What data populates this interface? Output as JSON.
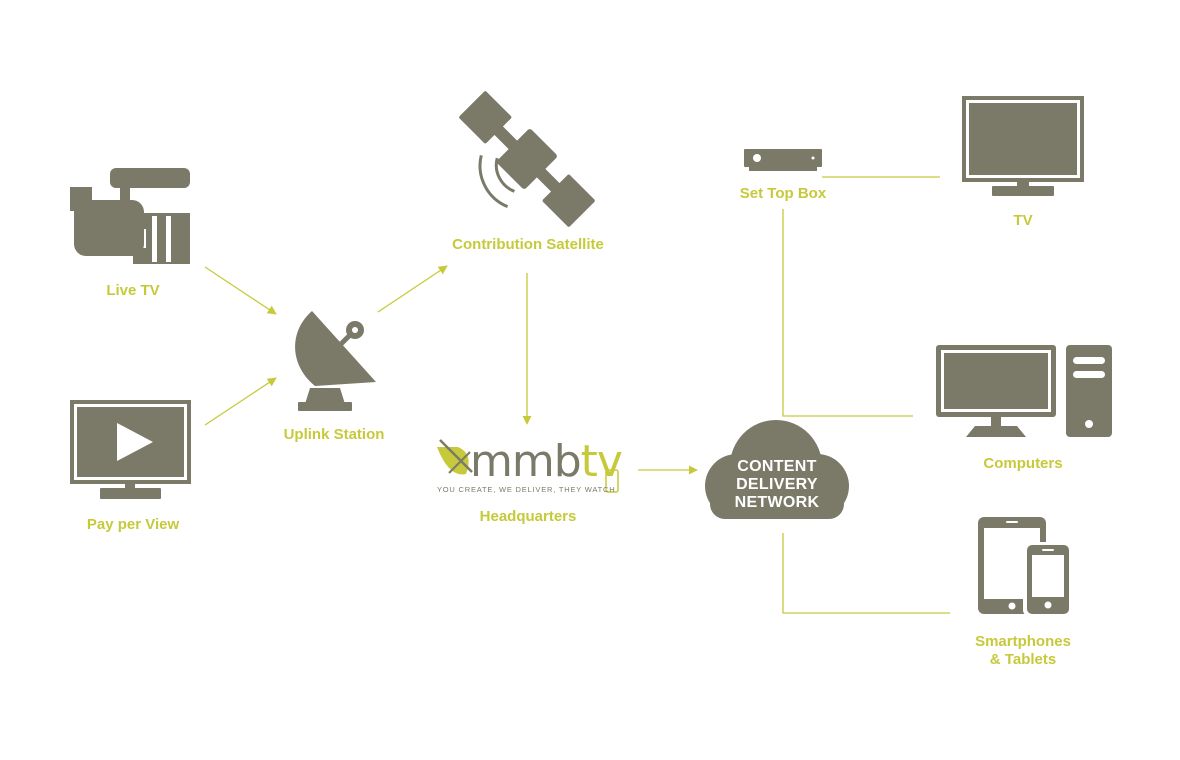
{
  "nodes": {
    "live_tv": "Live TV",
    "pay_per_view": "Pay per View",
    "uplink_station": "Uplink Station",
    "contribution_satellite": "Contribution Satellite",
    "headquarters": "Headquarters",
    "cdn": {
      "line1": "CONTENT",
      "line2": "DELIVERY",
      "line3": "NETWORK"
    },
    "set_top_box": "Set Top Box",
    "tv": "TV",
    "computers": "Computers",
    "smartphones": {
      "line1": "Smartphones",
      "line2": "& Tablets"
    }
  },
  "logo": {
    "part1": "mmb",
    "part2": "tv",
    "tagline": "YOU CREATE, WE DELIVER, THEY WATCH"
  },
  "colors": {
    "accent": "#c6ca3a",
    "icon": "#7b7a69",
    "background": "#ffffff"
  }
}
